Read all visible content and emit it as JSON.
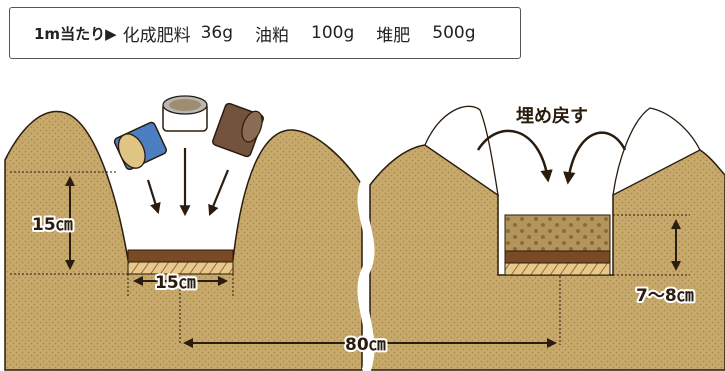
{
  "header": {
    "lead": "1m当たり▶",
    "items": [
      {
        "name": "化成肥料",
        "amount": "36g"
      },
      {
        "name": "油粕",
        "amount": "100g"
      },
      {
        "name": "堆肥",
        "amount": "500g"
      }
    ]
  },
  "labels": {
    "depth": "15㎝",
    "trench_width": "15㎝",
    "row_spacing": "80㎝",
    "fill_depth": "7〜8㎝",
    "backfill": "埋め戻す"
  },
  "colors": {
    "soil": "#c7a96b",
    "soil_dots": "#a8874c",
    "compost": "#7a4a25",
    "fertilizer_layer": "#e7c98b",
    "bucket_blue": "#4c7fc2",
    "bucket_gray": "#b7b7b7",
    "bucket_brown": "#74533d",
    "backfill_soil": "#b2955a",
    "outline": "#2a1c0e"
  },
  "icons": [
    "fertilizer-bag-icon",
    "oil-cake-bag-icon",
    "compost-bag-icon",
    "curved-arrow-icon"
  ]
}
